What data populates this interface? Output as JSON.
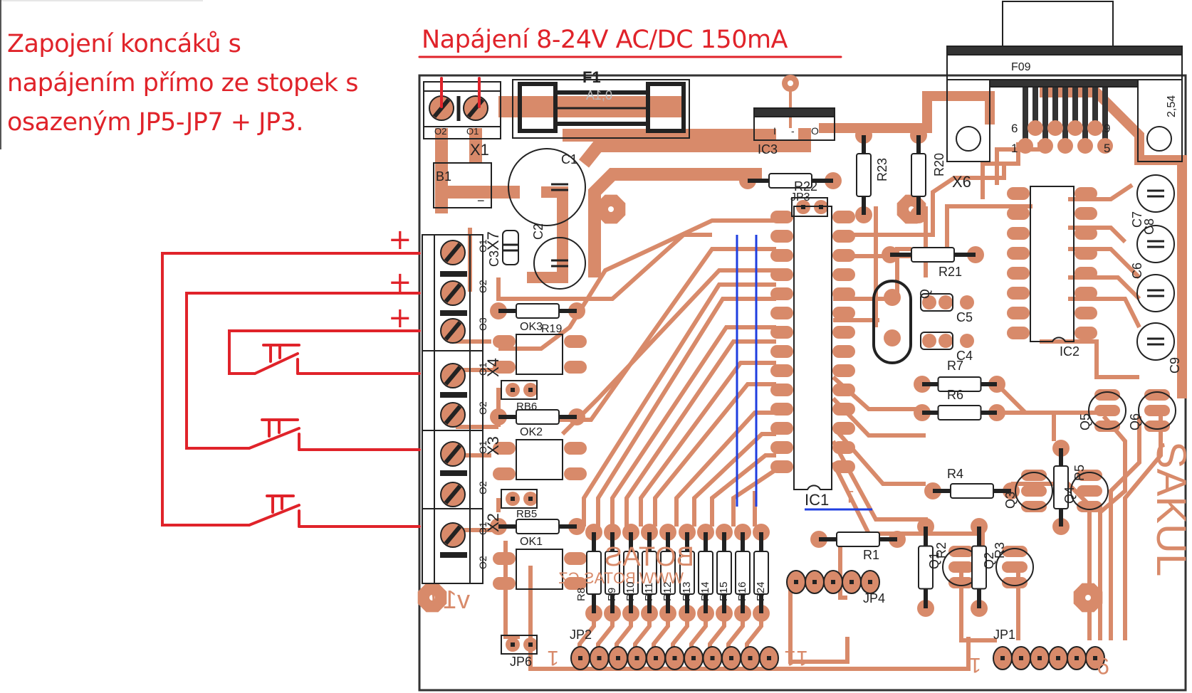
{
  "annotations": {
    "left_note_lines": [
      "Zapojení koncáků s",
      "napájením přímo ze stopek s",
      "osazeným JP5-JP7 + JP3."
    ],
    "power_note": "Napájení 8-24V AC/DC 150mA",
    "plus_signs": [
      "+",
      "+",
      "+"
    ]
  },
  "colors": {
    "copper": "#d88a6a",
    "annotation_red": "#e0232a",
    "jumper_wire_blue": "#1f3fe0",
    "outline": "#222222",
    "background": "#ffffff"
  },
  "board": {
    "silk_texts": {
      "brand": "SAKUL",
      "mirror_text_1": "BOTAS",
      "mirror_text_2": "WWW.BOTAS.CZ",
      "version": "v1.0",
      "pin_one_marks": [
        "1",
        "1",
        "1",
        "1",
        "1"
      ],
      "pin_nine_mark": "9"
    },
    "connector": {
      "name": "F09",
      "pitch": "2,54",
      "pin_labels": {
        "p6": "6",
        "p1": "1",
        "p9": "9",
        "p5": "5"
      },
      "ref": "X6"
    },
    "fuse": {
      "ref": "F1",
      "value": "0,1A"
    },
    "regulator": {
      "ref": "IC3",
      "pins": [
        "I",
        "-",
        "O"
      ]
    },
    "terminal_pin_labels": [
      "O1",
      "O2",
      "O3"
    ],
    "terminal_refs": {
      "x1": "X1",
      "x2": "X2",
      "x3": "X3",
      "x4": "X4",
      "x7": "X7"
    },
    "terminal_x1_pins": [
      "O2",
      "O1"
    ],
    "components": {
      "b1": "B1",
      "b1_minus": "−",
      "c1": "C1",
      "c2": "C2",
      "c3": "C3",
      "c4": "C4",
      "c5": "C5",
      "c6": "C6",
      "c7": "C7",
      "c8": "C8",
      "c9": "C9",
      "q": "Q",
      "r1": "R1",
      "r2": "R2",
      "r3": "R3",
      "r4": "R4",
      "r5": "R5",
      "r6": "R6",
      "r7": "R7",
      "r19": "R19",
      "r20": "R20",
      "r21": "R21",
      "r22": "R22",
      "r23": "R23",
      "q1": "Q1",
      "q2": "Q2",
      "q3": "Q3",
      "q4": "Q4",
      "q5": "Q5",
      "q6": "Q6",
      "ic1": "IC1",
      "ic2": "IC2",
      "ok1": "OK1",
      "ok2": "OK2",
      "ok3": "OK3",
      "rb5": "RB5",
      "rb6": "RB6",
      "jp1": "JP1",
      "jp2": "JP2",
      "jp3": "JP3",
      "jp4": "JP4",
      "jp6": "JP6"
    },
    "resistor_array": [
      "R8",
      "R9",
      "R10",
      "R11",
      "R12",
      "R13",
      "R14",
      "R15",
      "R16",
      "R24"
    ]
  }
}
